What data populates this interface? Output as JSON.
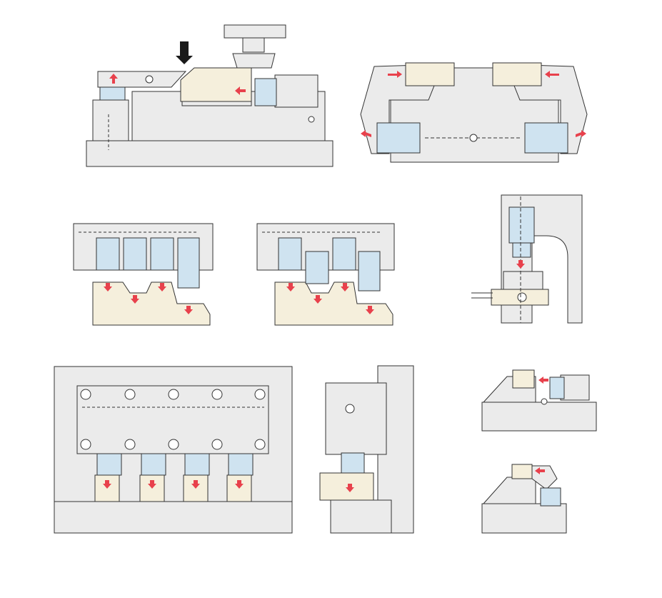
{
  "colors": {
    "body": "#ebebeb",
    "workpiece": "#f5efdc",
    "cylinder": "#cfe3f0",
    "outline": "#333333",
    "arrow_red": "#e8414c",
    "arrow_black": "#1a1a1a",
    "background": "#ffffff"
  },
  "panels": [
    {
      "id": "panel-side-clamp-press",
      "icon": "side-clamp-press-diagram"
    },
    {
      "id": "panel-double-lever-clamp",
      "icon": "double-lever-clamp-diagram"
    },
    {
      "id": "panel-multi-cylinder-stepped-a",
      "icon": "multi-cylinder-stepped-work-diagram"
    },
    {
      "id": "panel-multi-cylinder-stepped-b",
      "icon": "multi-cylinder-stepped-work-diagram"
    },
    {
      "id": "panel-vertical-clamp-column",
      "icon": "vertical-clamp-column-diagram"
    },
    {
      "id": "panel-four-cylinder-manifold",
      "icon": "four-cylinder-manifold-diagram"
    },
    {
      "id": "panel-side-mount-single",
      "icon": "side-mount-single-cylinder-diagram"
    },
    {
      "id": "panel-small-side-clamp",
      "icon": "small-side-clamp-diagram"
    },
    {
      "id": "panel-small-vertical-clamp",
      "icon": "small-vertical-clamp-diagram"
    }
  ]
}
